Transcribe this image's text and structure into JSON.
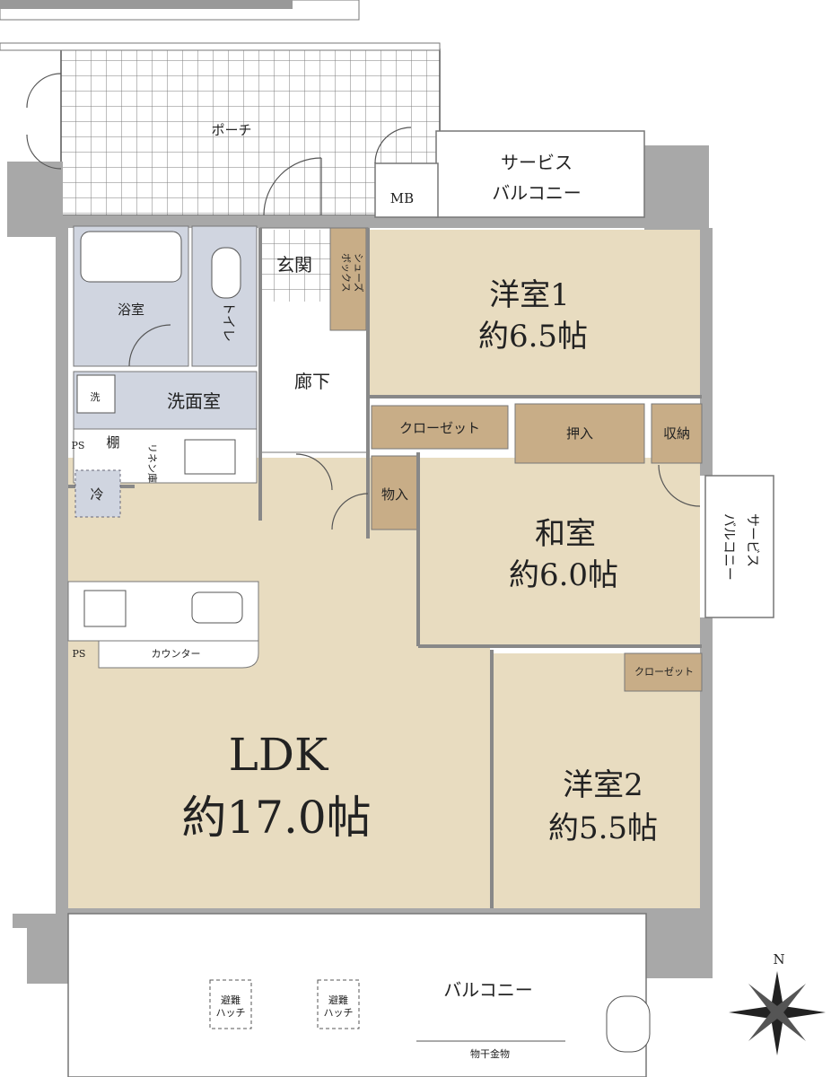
{
  "rooms": {
    "porch": "ポーチ",
    "service_balcony_top_1": "サービス",
    "service_balcony_top_2": "バルコニー",
    "mb": "MB",
    "entrance": "玄関",
    "shoe_box_1": "シューズ",
    "shoe_box_2": "ボックス",
    "bath": "浴室",
    "toilet": "トイレ",
    "western1_name": "洋室1",
    "western1_size": "約6.5帖",
    "corridor": "廊下",
    "washroom": "洗面室",
    "washer": "洗",
    "ps_top": "PS",
    "shelf": "棚",
    "linen": "リネン庫",
    "closet1": "クローゼット",
    "oshiire": "押入",
    "storage": "収納",
    "monoire": "物入",
    "japanese_name": "和室",
    "japanese_size": "約6.0帖",
    "fridge": "冷",
    "service_balcony_right_1": "サービス",
    "service_balcony_right_2": "バルコニー",
    "ps_bottom": "PS",
    "counter": "カウンター",
    "closet2": "クローゼット",
    "ldk_name": "LDK",
    "ldk_size": "約17.0帖",
    "western2_name": "洋室2",
    "western2_size": "約5.5帖",
    "balcony": "バルコニー",
    "hatch1_1": "避難",
    "hatch1_2": "ハッチ",
    "hatch2_1": "避難",
    "hatch2_2": "ハッチ",
    "drying": "物干金物",
    "north": "N"
  },
  "colors": {
    "room_fill": "#e8dcc0",
    "wet_fill": "#d0d5e0",
    "storage_fill": "#c8ad87",
    "wall": "#a8a8a8",
    "tile_grid": "#7d7d7d"
  }
}
